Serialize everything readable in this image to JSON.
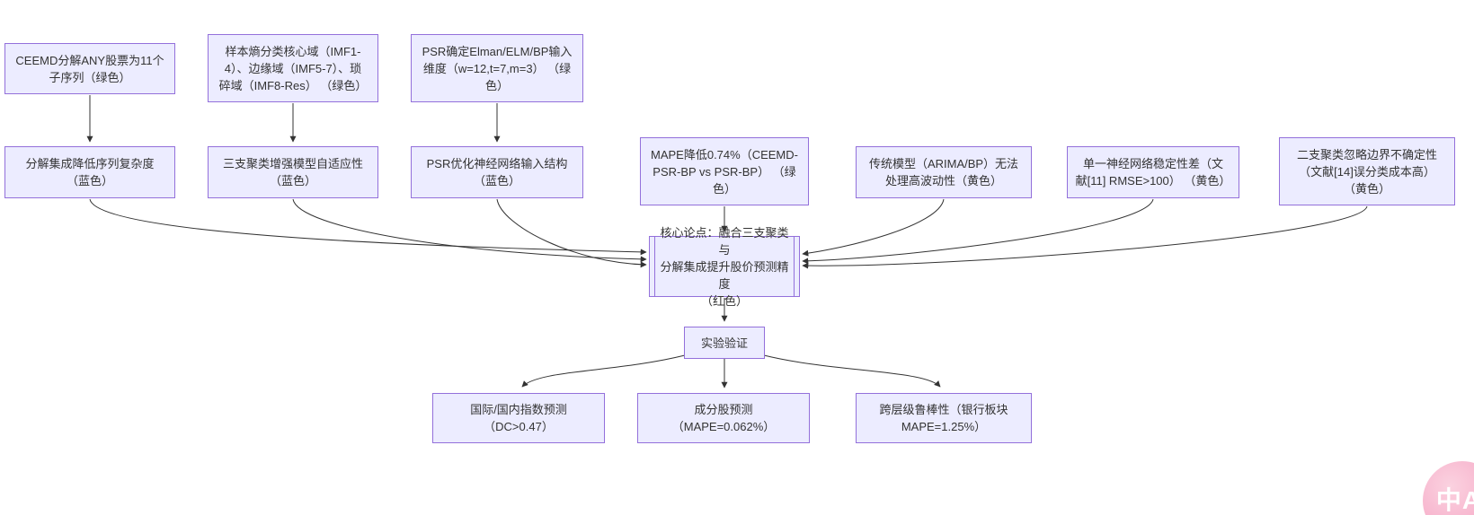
{
  "diagram": {
    "type": "flowchart",
    "nodes": {
      "ceemd": {
        "text": [
          "CEEMD分解ANY股票为11个",
          "子序列（绿色）"
        ]
      },
      "entropy": {
        "text": [
          "样本熵分类核心域（IMF1-",
          "4）、边缘域（IMF5-7）、琐",
          "碎域（IMF8-Res） （绿色）"
        ]
      },
      "psrdim": {
        "text": [
          "PSR确定Elman/ELM/BP输入",
          "维度（w=12,t=7,m=3） （绿",
          "色）"
        ]
      },
      "decomp": {
        "text": [
          "分解集成降低序列复杂度",
          "（蓝色）"
        ]
      },
      "threeway": {
        "text": [
          "三支聚类增强模型自适应性",
          "（蓝色）"
        ]
      },
      "psrstruct": {
        "text": [
          "PSR优化神经网络输入结构",
          "（蓝色）"
        ]
      },
      "mape": {
        "text": [
          "MAPE降低0.74%（CEEMD-",
          "PSR-BP vs PSR-BP） （绿",
          "色）"
        ]
      },
      "traditional": {
        "text": [
          "传统模型（ARIMA/BP）无法",
          "处理高波动性（黄色）"
        ]
      },
      "singlenn": {
        "text": [
          "单一神经网络稳定性差（文",
          "献[11] RMSE>100） （黄色）"
        ]
      },
      "twoway": {
        "text": [
          "二支聚类忽略边界不确定性",
          "（文献[14]误分类成本高）",
          "（黄色）"
        ]
      },
      "core": {
        "text": [
          "核心论点：融合三支聚类与",
          "分解集成提升股价预测精度",
          "（红色）"
        ]
      },
      "experiment": {
        "text": "实验验证"
      },
      "index_pred": {
        "text": [
          "国际/国内指数预测",
          "（DC>0.47）"
        ]
      },
      "component_pred": {
        "text": [
          "成分股预测",
          "（MAPE=0.062%）"
        ]
      },
      "robust": {
        "text": [
          "跨层级鲁棒性（银行板块",
          "MAPE=1.25%）"
        ]
      }
    },
    "edges": [
      {
        "from": "ceemd",
        "to": "decomp"
      },
      {
        "from": "entropy",
        "to": "threeway"
      },
      {
        "from": "psrdim",
        "to": "psrstruct"
      },
      {
        "from": "decomp",
        "to": "core"
      },
      {
        "from": "threeway",
        "to": "core"
      },
      {
        "from": "psrstruct",
        "to": "core"
      },
      {
        "from": "mape",
        "to": "core"
      },
      {
        "from": "traditional",
        "to": "core"
      },
      {
        "from": "singlenn",
        "to": "core"
      },
      {
        "from": "twoway",
        "to": "core"
      },
      {
        "from": "core",
        "to": "experiment"
      },
      {
        "from": "experiment",
        "to": "index_pred"
      },
      {
        "from": "experiment",
        "to": "component_pred"
      },
      {
        "from": "experiment",
        "to": "robust"
      }
    ],
    "colors": {
      "node_fill": "#ECECFF",
      "node_border": "#9370DB",
      "edge": "#333333",
      "text": "#333333",
      "background": "#ffffff"
    }
  },
  "translate_button": {
    "label": "中A",
    "bg_color": "#f7b4cd",
    "fg_color": "#ffffff"
  }
}
